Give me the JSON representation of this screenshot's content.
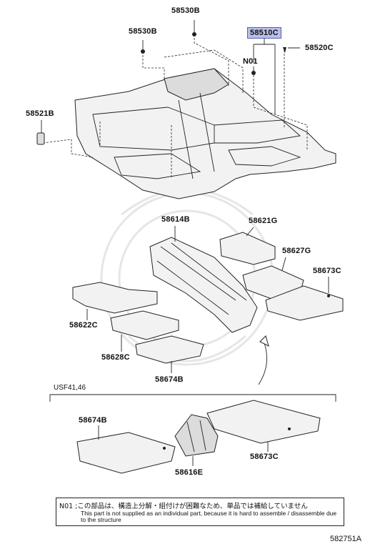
{
  "labels": {
    "p58530b_top": "58530B",
    "p58530b_left": "58530B",
    "p58510c": "58510C",
    "p58520c": "58520C",
    "n01": "N01",
    "p58521b": "58521B",
    "p58614b": "58614B",
    "p58621g": "58621G",
    "p58627g": "58627G",
    "p58673c_upper": "58673C",
    "p58622c": "58622C",
    "p58628c": "58628C",
    "p58674b_upper": "58674B",
    "model_code": "USF41,46",
    "p58674b_lower": "58674B",
    "p58673c_lower": "58673C",
    "p58616e": "58616E"
  },
  "note": {
    "jp": "N01 ;この部品は、構造上分解・組付けが困難なため、単品では補給していません",
    "en": "This part is not supplied as an individual part, because it is hard to assemble / disassemble due to the structure"
  },
  "figure_id": "582751A",
  "colors": {
    "highlight": "#b9bfe8",
    "line": "#222222"
  }
}
